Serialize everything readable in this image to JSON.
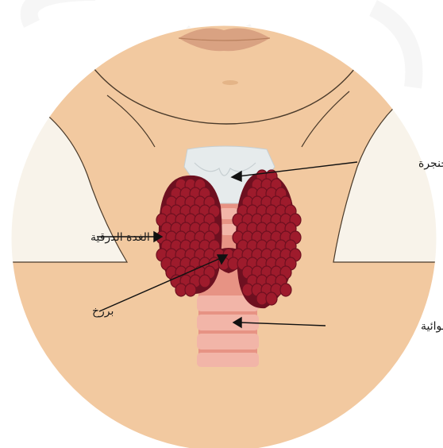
{
  "labels": {
    "larynx": "الحنجرة",
    "thyroid": "الغدة الدرقية",
    "isthmus": "برزخ",
    "trachea": "القصبة الهوائية"
  },
  "colors": {
    "skin": "#f2c9a0",
    "skin_shadow": "#e4b487",
    "gland": "#9e1b2c",
    "gland_dark": "#6e1020",
    "larynx": "#e6ebec",
    "trachea_ring": "#f2b5a8",
    "trachea_gap": "#e79384",
    "lips": "#d9a282",
    "shirt": "#f8f3ea"
  }
}
